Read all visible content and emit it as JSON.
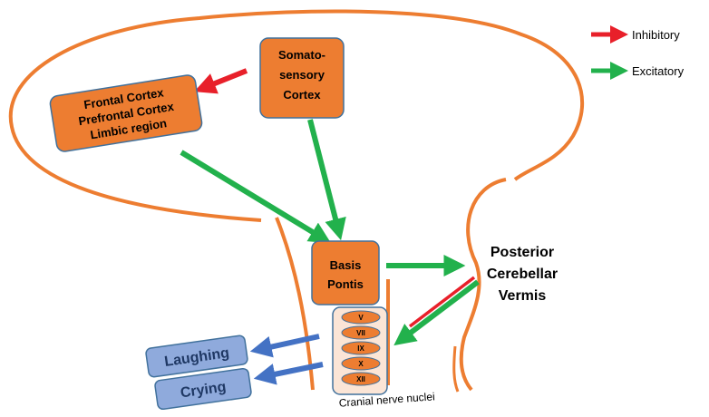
{
  "nodes": {
    "somato": {
      "lines": [
        "Somato-",
        "sensory",
        "Cortex"
      ]
    },
    "frontal": {
      "lines": [
        "Frontal Cortex",
        "Prefrontal Cortex",
        "Limbic region"
      ]
    },
    "basis": {
      "lines": [
        "Basis",
        "Pontis"
      ]
    },
    "cerebellar": {
      "lines": [
        "Posterior",
        "Cerebellar",
        "Vermis"
      ]
    },
    "nuclei": {
      "items": [
        "V",
        "VII",
        "IX",
        "X",
        "XII"
      ],
      "caption": "Cranial nerve nuclei"
    },
    "laughing": {
      "label": "Laughing"
    },
    "crying": {
      "label": "Crying"
    }
  },
  "legend": {
    "inhibitory": {
      "label": "Inhibitory",
      "color": "#e8202a"
    },
    "excitatory": {
      "label": "Excitatory",
      "color": "#22b14c"
    }
  },
  "colors": {
    "orange": "#ed7d31",
    "orange_border": "#41719c",
    "blue_box": "#8faadc",
    "blue_arrow": "#4472c4",
    "nuclei_bg": "#fbe5d6"
  }
}
